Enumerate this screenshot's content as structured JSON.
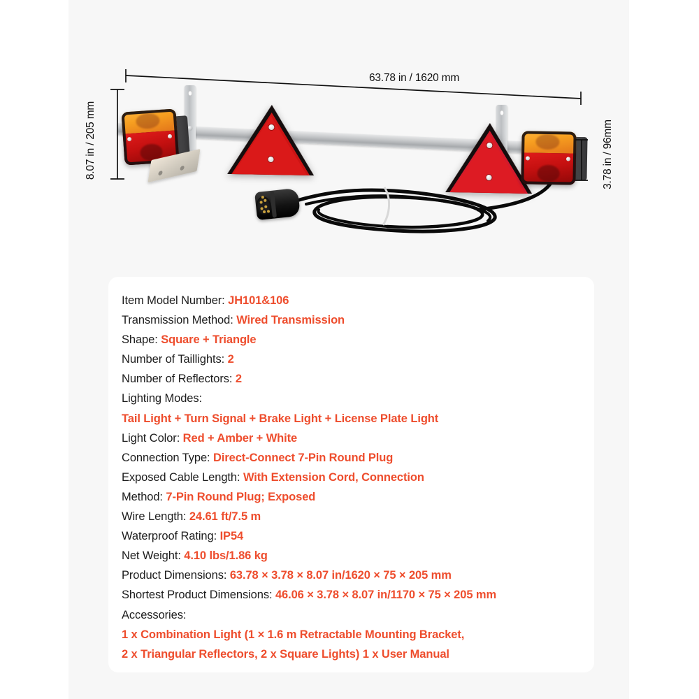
{
  "theme": {
    "accent": "#ee4d2d",
    "text": "#1d1d1d",
    "panel_bg": "#f7f7f7",
    "card_bg": "#ffffff",
    "page_bg": "#ffffff"
  },
  "product_image": {
    "alt": "trailer light bar with two square combination lights and two triangular reflectors on a retractable steel mounting bracket with coiled 7-pin wiring harness",
    "dimensions": {
      "width_label": "63.78 in / 1620 mm",
      "height_label": "8.07 in / 205 mm",
      "depth_label": "3.78 in / 96mm"
    }
  },
  "spec_card": {
    "rows": [
      {
        "label": "Item Model Number:",
        "value": "JH101&106"
      },
      {
        "label": "Transmission Method:",
        "value": "Wired Transmission"
      },
      {
        "label": "Shape:",
        "value": "Square + Triangle"
      },
      {
        "label": "Number of Taillights:",
        "value": "2"
      },
      {
        "label": "Number of Reflectors:",
        "value": "2"
      },
      {
        "label": "Lighting Modes:",
        "value": ""
      },
      {
        "label": "",
        "value": "Tail Light + Turn Signal + Brake Light + License Plate Light",
        "full_accent": true
      },
      {
        "label": "Light Color:",
        "value": "Red +  Amber + White"
      },
      {
        "label": "Connection Type:",
        "value": "Direct-Connect 7-Pin Round Plug"
      },
      {
        "label": "Exposed Cable Length:",
        "value": "With Extension Cord, Connection"
      },
      {
        "label": "Method:",
        "value": "7-Pin Round Plug; Exposed"
      },
      {
        "label": "Wire Length:",
        "value": " 24.61 ft/7.5 m"
      },
      {
        "label": "Waterproof Rating:",
        "value": " IP54"
      },
      {
        "label": "Net Weight:",
        "value": " 4.10 lbs/1.86 kg"
      },
      {
        "label": "Product Dimensions:",
        "value": " 63.78 × 3.78 × 8.07 in/1620 × 75 × 205 mm"
      },
      {
        "label": "Shortest Product Dimensions:",
        "value": " 46.06 × 3.78 × 8.07 in/1170 × 75 × 205 mm"
      },
      {
        "label": "Accessories:",
        "value": ""
      },
      {
        "label": "",
        "value": "1 x Combination Light (1 × 1.6 m Retractable Mounting Bracket,",
        "full_accent": true
      },
      {
        "label": "",
        "value": "2 x Triangular Reflectors, 2 x Square Lights)      1 x User Manual",
        "full_accent": true
      }
    ]
  }
}
